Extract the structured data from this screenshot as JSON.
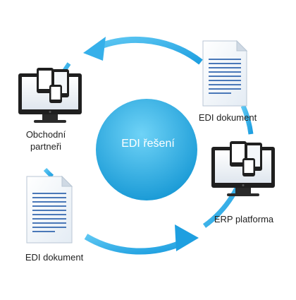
{
  "center": {
    "label": "EDI řešení"
  },
  "nodes": {
    "doc_top": {
      "label": "EDI dokument"
    },
    "partners": {
      "label_line1": "Obchodní",
      "label_line2": "partneři"
    },
    "erp": {
      "label": "ERP platforma"
    },
    "doc_bottom": {
      "label": "EDI dokument"
    }
  },
  "icons": {
    "doc_top": "document-icon",
    "partners": "devices-monitor-icon",
    "erp": "devices-monitor-icon",
    "doc_bottom": "document-icon"
  },
  "colors": {
    "ring": "#2aa9e6",
    "ring_light": "#7fd0f5",
    "center_top": "#5ccaf4",
    "center_bottom": "#1a9ad6",
    "document_lines": "#4a78b8",
    "device_dark": "#1f1f1f"
  }
}
